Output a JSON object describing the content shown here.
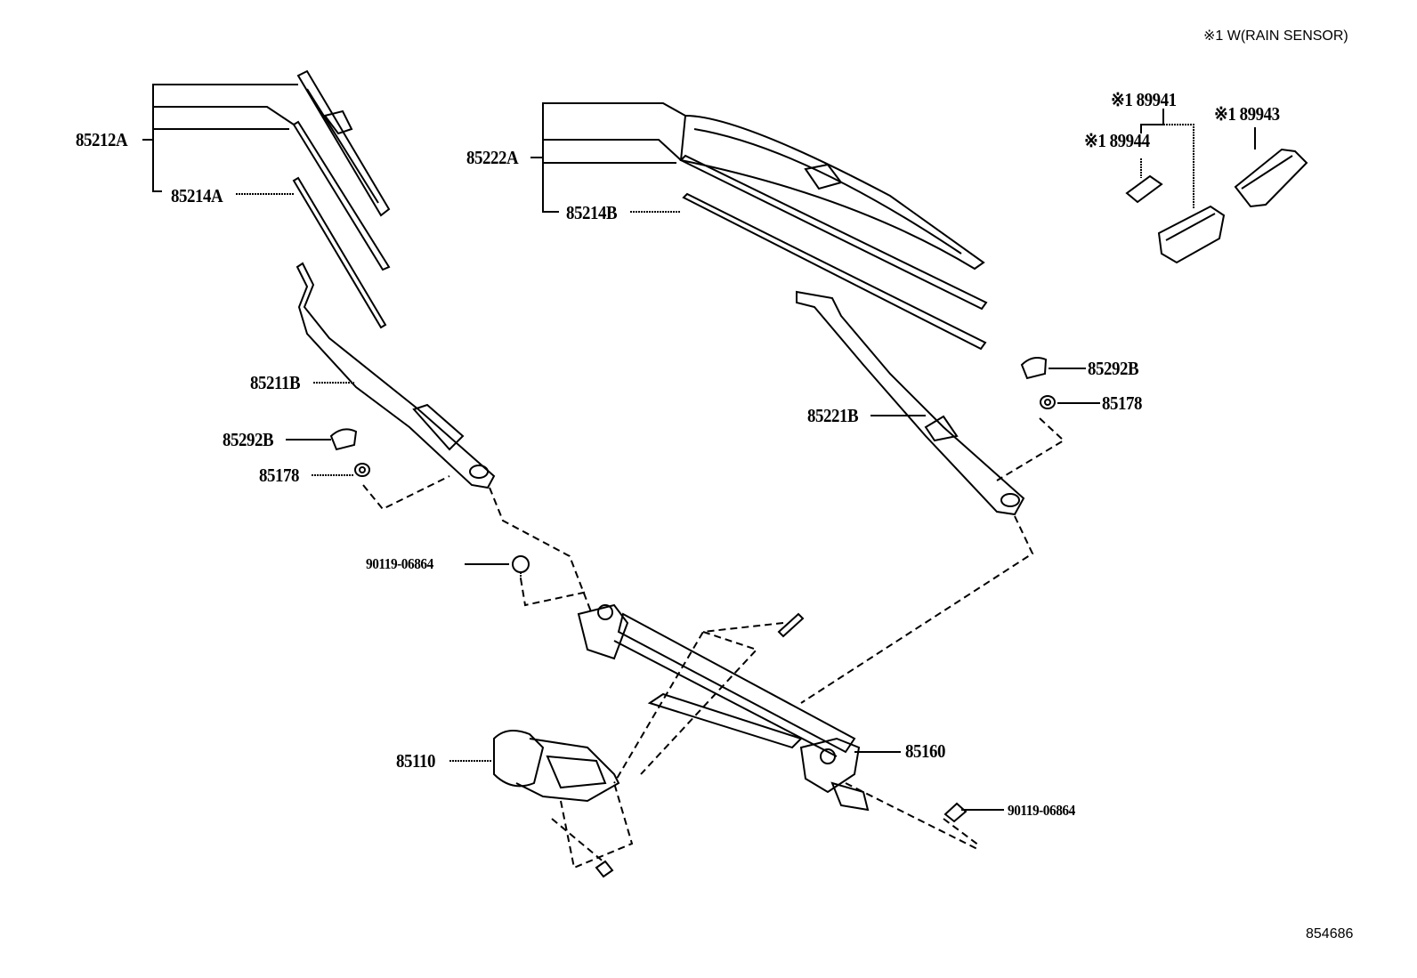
{
  "note": "※1 W(RAIN SENSOR)",
  "diagram_id": "854686",
  "labels": {
    "blade_lh": "85212A",
    "rubber_lh": "85214A",
    "blade_rh": "85222A",
    "rubber_rh": "85214B",
    "sensor": "※1 89941",
    "sensor_pad": "※1 89944",
    "sensor_cover": "※1 89943",
    "arm_lh": "85211B",
    "cap_lh": "85292B",
    "nut_lh": "85178",
    "arm_rh": "85221B",
    "cap_rh": "85292B",
    "nut_rh": "85178",
    "bolt_upper": "90119-06864",
    "link": "85160",
    "motor": "85110",
    "bolt_lower": "90119-06864"
  }
}
